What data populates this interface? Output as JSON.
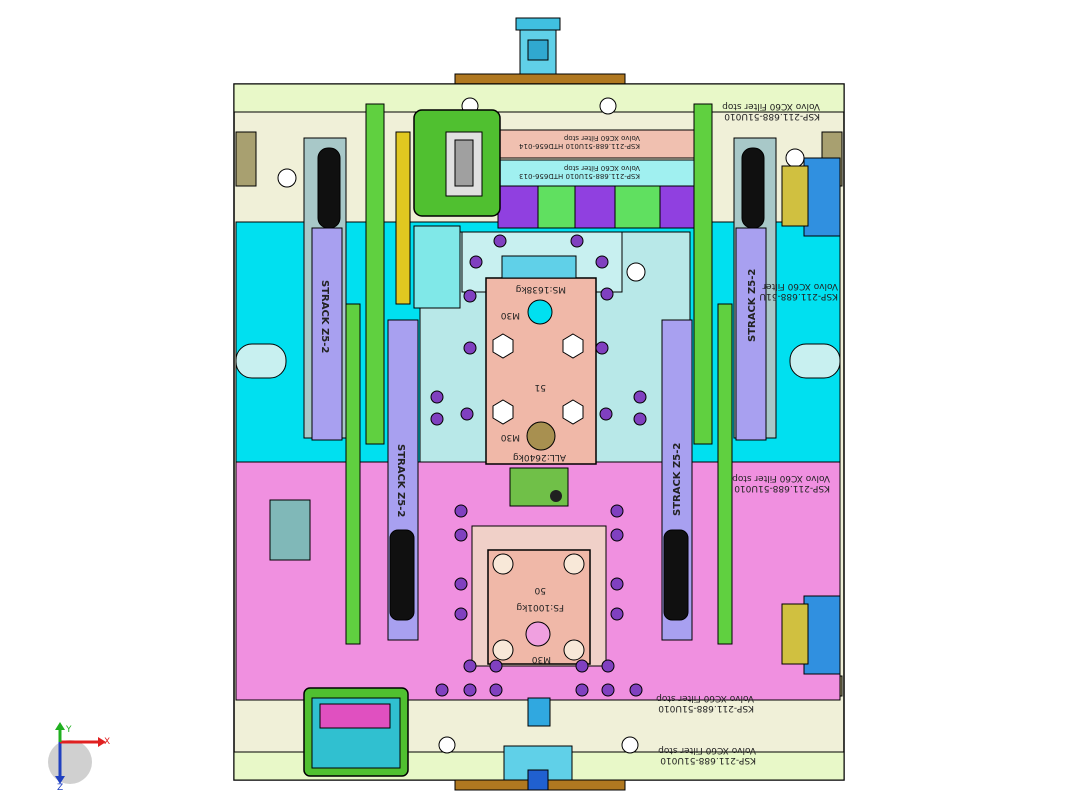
{
  "colors": {
    "cavity_plate": "#00e0f0",
    "core_plate": "#f090e0",
    "center_plate": "#b8e8e8",
    "insert_block": "#f0b8a8",
    "frame": "#f0f0d8",
    "rail_green": "#60d040",
    "lifter": "#a8a0f0",
    "bolt": "#8040c0",
    "connector_green": "#50c030"
  },
  "labels": {
    "top_right": {
      "line1": "KSP-211.688-51U010",
      "line2": "Volvo XC60 Filter stop"
    },
    "top_center_1": {
      "line1": "KSP-211.688-51U010  HTD656-014",
      "line2": "Volvo XC60 Filter stop"
    },
    "top_center_2": {
      "line1": "KSP-211.688-51U010  HTD656-013",
      "line2": "Volvo XC60 Filter stop"
    },
    "right_upper": {
      "line1": "KSP-211.688-51U",
      "line2": "Volvo XC60 Filter"
    },
    "right_mid": {
      "line1": "KSP-211.688-51U010",
      "line2": "Volvo XC60 Filter stop"
    },
    "bottom_1": {
      "line1": "KSP-211.688-51U010",
      "line2": "Volvo XC60 Filter stop"
    },
    "bottom_2": {
      "line1": "KSP-211.688-51U010",
      "line2": "Volvo XC60 Filter stop"
    }
  },
  "upper_insert": {
    "weight": "MS:1638kg",
    "thread_top": "M30",
    "number": "51",
    "thread_bottom": "M30",
    "material": "ALL:2640kg"
  },
  "lower_insert": {
    "weight": "FS:1001kg",
    "number": "50",
    "thread_bottom": "M30"
  },
  "stracks": {
    "left_outer": "STRACK Z5-2",
    "left_inner": "STRACK Z5-2",
    "right_inner": "STRACK Z5-2",
    "right_outer": "STRACK Z5-2"
  },
  "axis": {
    "x": "X",
    "y": "Y",
    "z": "Z"
  }
}
